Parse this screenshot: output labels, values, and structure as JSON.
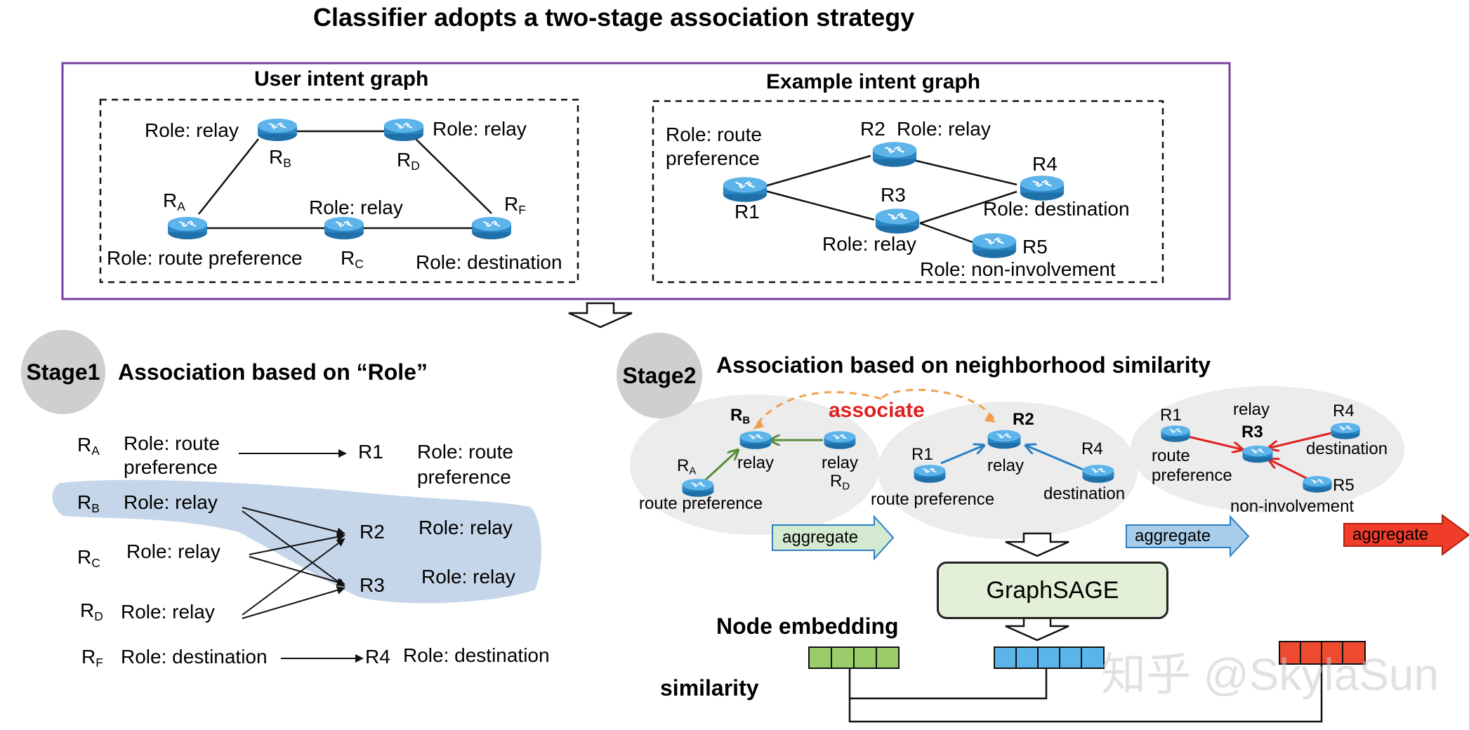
{
  "title": "Classifier adopts a two-stage association strategy",
  "user_graph": {
    "heading": "User intent graph",
    "nodes": {
      "RB": {
        "name": "R",
        "sub": "B",
        "role": "Role: relay"
      },
      "RD": {
        "name": "R",
        "sub": "D",
        "role": "Role: relay"
      },
      "RA": {
        "name": "R",
        "sub": "A",
        "role": "Role: route preference"
      },
      "RC": {
        "name": "R",
        "sub": "C",
        "role": "Role: relay"
      },
      "RF": {
        "name": "R",
        "sub": "F",
        "role": "Role: destination"
      }
    }
  },
  "example_graph": {
    "heading": "Example intent graph",
    "r1_role_line1": "Role: route",
    "r1_role_line2": "preference",
    "r1": "R1",
    "r2": "R2",
    "r2_role": "Role: relay",
    "r3": "R3",
    "r3_role": "Role: relay",
    "r4": "R4",
    "r4_role": "Role: destination",
    "r5": "R5",
    "r5_role": "Role: non-involvement"
  },
  "stage1": {
    "badge": "Stage1",
    "heading": "Association based on “Role”",
    "rows": [
      {
        "name": "R",
        "sub": "A",
        "role": "Role: route",
        "role2": "preference"
      },
      {
        "name": "R",
        "sub": "B",
        "role": "Role: relay"
      },
      {
        "name": "R",
        "sub": "C",
        "role": "Role: relay"
      },
      {
        "name": "R",
        "sub": "D",
        "role": "Role: relay"
      },
      {
        "name": "R",
        "sub": "F",
        "role": "Role: destination"
      }
    ],
    "targets": [
      {
        "name": "R1",
        "role": "Role: route",
        "role2": "preference"
      },
      {
        "name": "R2",
        "role": "Role: relay"
      },
      {
        "name": "R3",
        "role": "Role: relay"
      },
      {
        "name": "R4",
        "role": "Role: destination"
      }
    ]
  },
  "stage2": {
    "badge": "Stage2",
    "heading": "Association based on neighborhood similarity",
    "associate": "associate",
    "left_cluster": {
      "center": "R",
      "center_sub": "B",
      "center_label": "relay",
      "a": "R",
      "a_sub": "A",
      "a_label": "route preference",
      "d_label": "relay",
      "d": "R",
      "d_sub": "D"
    },
    "mid_cluster": {
      "center": "R2",
      "center_label": "relay",
      "r1": "R1",
      "r1_label": "route preference",
      "r4": "R4",
      "r4_label": "destination"
    },
    "right_cluster": {
      "r1": "R1",
      "r1_label1": "route",
      "r1_label2": "preference",
      "top_label": "relay",
      "center": "R3",
      "r4": "R4",
      "r4_label": "destination",
      "r5": "R5",
      "r5_label": "non-involvement"
    },
    "aggregate": "aggregate",
    "graphsage": "GraphSAGE",
    "node_embedding": "Node embedding",
    "similarity": "similarity"
  },
  "colors": {
    "purple_border": "#7a3fa0",
    "router_blue": "#3a8fd0",
    "green_arrow": "#5a8a3a",
    "blue_arrow": "#2a7fc4",
    "red_arrow": "#e02020",
    "orange_dashed": "#f0a050",
    "associate_red": "#e02020",
    "green_embed": "#9acd6a",
    "blue_embed": "#5bb5ea",
    "red_embed": "#ef4b30",
    "aggregate_green": "#d4ead0",
    "aggregate_blue": "#a8cdea",
    "aggregate_red": "#ef3d2a",
    "highlight": "#c6d6ea"
  },
  "watermark": "知乎 @SkylaSun"
}
